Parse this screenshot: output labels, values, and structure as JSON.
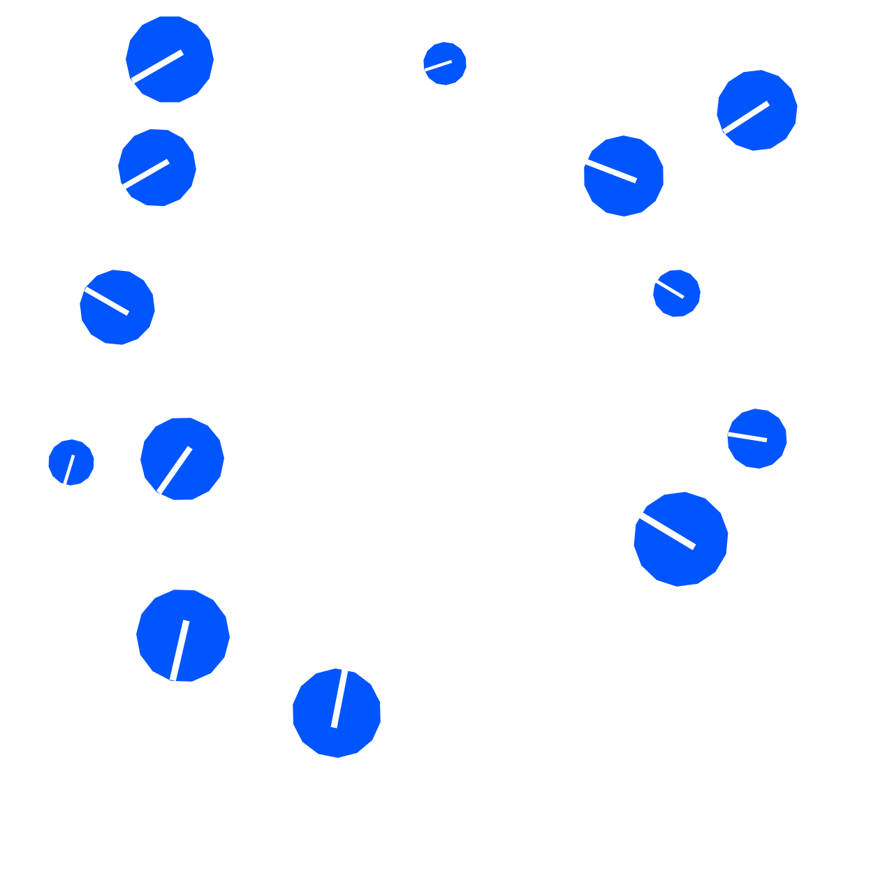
{
  "colors": {
    "knob": "#0055ff",
    "indicator": "#ffffff",
    "background": "#ffffff"
  },
  "knobs": [
    {
      "rotation_deg": 150
    },
    {
      "rotation_deg": 162
    },
    {
      "rotation_deg": 147
    },
    {
      "rotation_deg": 150
    },
    {
      "rotation_deg": 201
    },
    {
      "rotation_deg": 211
    },
    {
      "rotation_deg": 210
    },
    {
      "rotation_deg": 107
    },
    {
      "rotation_deg": 125
    },
    {
      "rotation_deg": 189
    },
    {
      "rotation_deg": 211
    },
    {
      "rotation_deg": 103
    },
    {
      "rotation_deg": 281
    }
  ]
}
